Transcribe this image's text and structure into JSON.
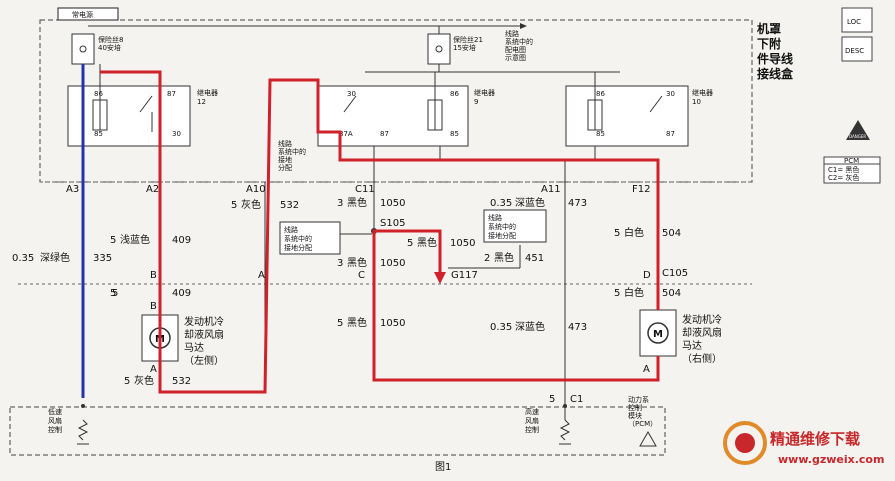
{
  "top_bus_label": "常电源",
  "underhood_box_label": [
    "机罩",
    "下附",
    "件导线",
    "接线盒"
  ],
  "fuse8": {
    "line1": "保险丝8",
    "line2": "40安培"
  },
  "fuse21": {
    "line1": "保险丝21",
    "line2": "15安培"
  },
  "fuse_note": [
    "线路",
    "系统中的",
    "配电图",
    "示意图"
  ],
  "relay12": {
    "name": "继电器",
    "num": "12",
    "p86": "86",
    "p87": "87",
    "p85": "85",
    "p30": "30"
  },
  "relay9": {
    "name": "继电器",
    "num": "9",
    "p30": "30",
    "p86": "86",
    "p87a": "87A",
    "p87": "87",
    "p85": "85"
  },
  "relay10": {
    "name": "继电器",
    "num": "10",
    "p86": "86",
    "p30": "30",
    "p85": "85",
    "p87": "87"
  },
  "ground_note_top": [
    "线路",
    "系统中的",
    "接地",
    "分配"
  ],
  "connectors": {
    "a3": "A3",
    "a2": "A2",
    "a10": "A10",
    "c11": "C11",
    "a11": "A11",
    "f12": "F12",
    "c1": "C1",
    "c105": "C105"
  },
  "pins": {
    "b1": "B",
    "b2": "B",
    "a_left": "A",
    "a_mid": "A",
    "c_mid": "C",
    "d_right": "D",
    "a_right": "A",
    "v5": "5"
  },
  "wires": {
    "w335": {
      "gauge": "0.35",
      "color": "深绿色",
      "num": "335"
    },
    "w409": {
      "gauge": "5",
      "color": "浅蓝色",
      "num": "409"
    },
    "w409b": {
      "gauge": "5",
      "num": "409"
    },
    "w532_top": {
      "gauge": "5",
      "color": "灰色",
      "num": "532"
    },
    "w532_bot": {
      "gauge": "5",
      "color": "灰色",
      "num": "532"
    },
    "w1050_top": {
      "gauge": "3",
      "color": "黑色",
      "num": "1050"
    },
    "w1050_g": {
      "gauge": "5",
      "color": "黑色",
      "num": "1050"
    },
    "w1050_c": {
      "gauge": "3",
      "color": "黑色",
      "num": "1050"
    },
    "w1050_bot": {
      "gauge": "5",
      "color": "黑色",
      "num": "1050"
    },
    "w473_top": {
      "gauge": "0.35",
      "color": "深蓝色",
      "num": "473"
    },
    "w473_bot": {
      "gauge": "0.35",
      "color": "深蓝色",
      "num": "473"
    },
    "w451": {
      "gauge": "2",
      "color": "黑色",
      "num": "451"
    },
    "w504_top": {
      "gauge": "5",
      "color": "白色",
      "num": "504"
    },
    "w504_bot": {
      "gauge": "5",
      "color": "白色",
      "num": "504"
    }
  },
  "splice": "S105",
  "ground_g117": "G117",
  "ground_note_left": [
    "线路",
    "系统中的",
    "接地分配"
  ],
  "ground_note_right": [
    "线路",
    "系统中的",
    "接地分配"
  ],
  "motor_left": [
    "发动机冷",
    "却液风扇",
    "马达",
    "（左侧）"
  ],
  "motor_right": [
    "发动机冷",
    "却液风扇",
    "马达",
    "（右侧）"
  ],
  "pcm_label": [
    "动力系",
    "控制",
    "模块",
    "（PCM）"
  ],
  "low_fan": [
    "低速",
    "风扇",
    "控制"
  ],
  "high_fan": [
    "高速",
    "风扇",
    "控制"
  ],
  "pcm_legend": {
    "title": "PCM",
    "c1": "C1= 黑色",
    "c2": "C2= 灰色"
  },
  "loc_icon": "LOC",
  "desc_icon": "DESC",
  "warning_icon_text": "DANGER",
  "figure_caption": "图1",
  "watermark": {
    "title": "精通维修下载",
    "url": "www.gzweix.com"
  },
  "colors": {
    "red_path": "#d0212a",
    "blue_path": "#2234a8",
    "line": "#333333",
    "watermark_red": "#c8282b",
    "watermark_orange": "#e08a2a"
  }
}
